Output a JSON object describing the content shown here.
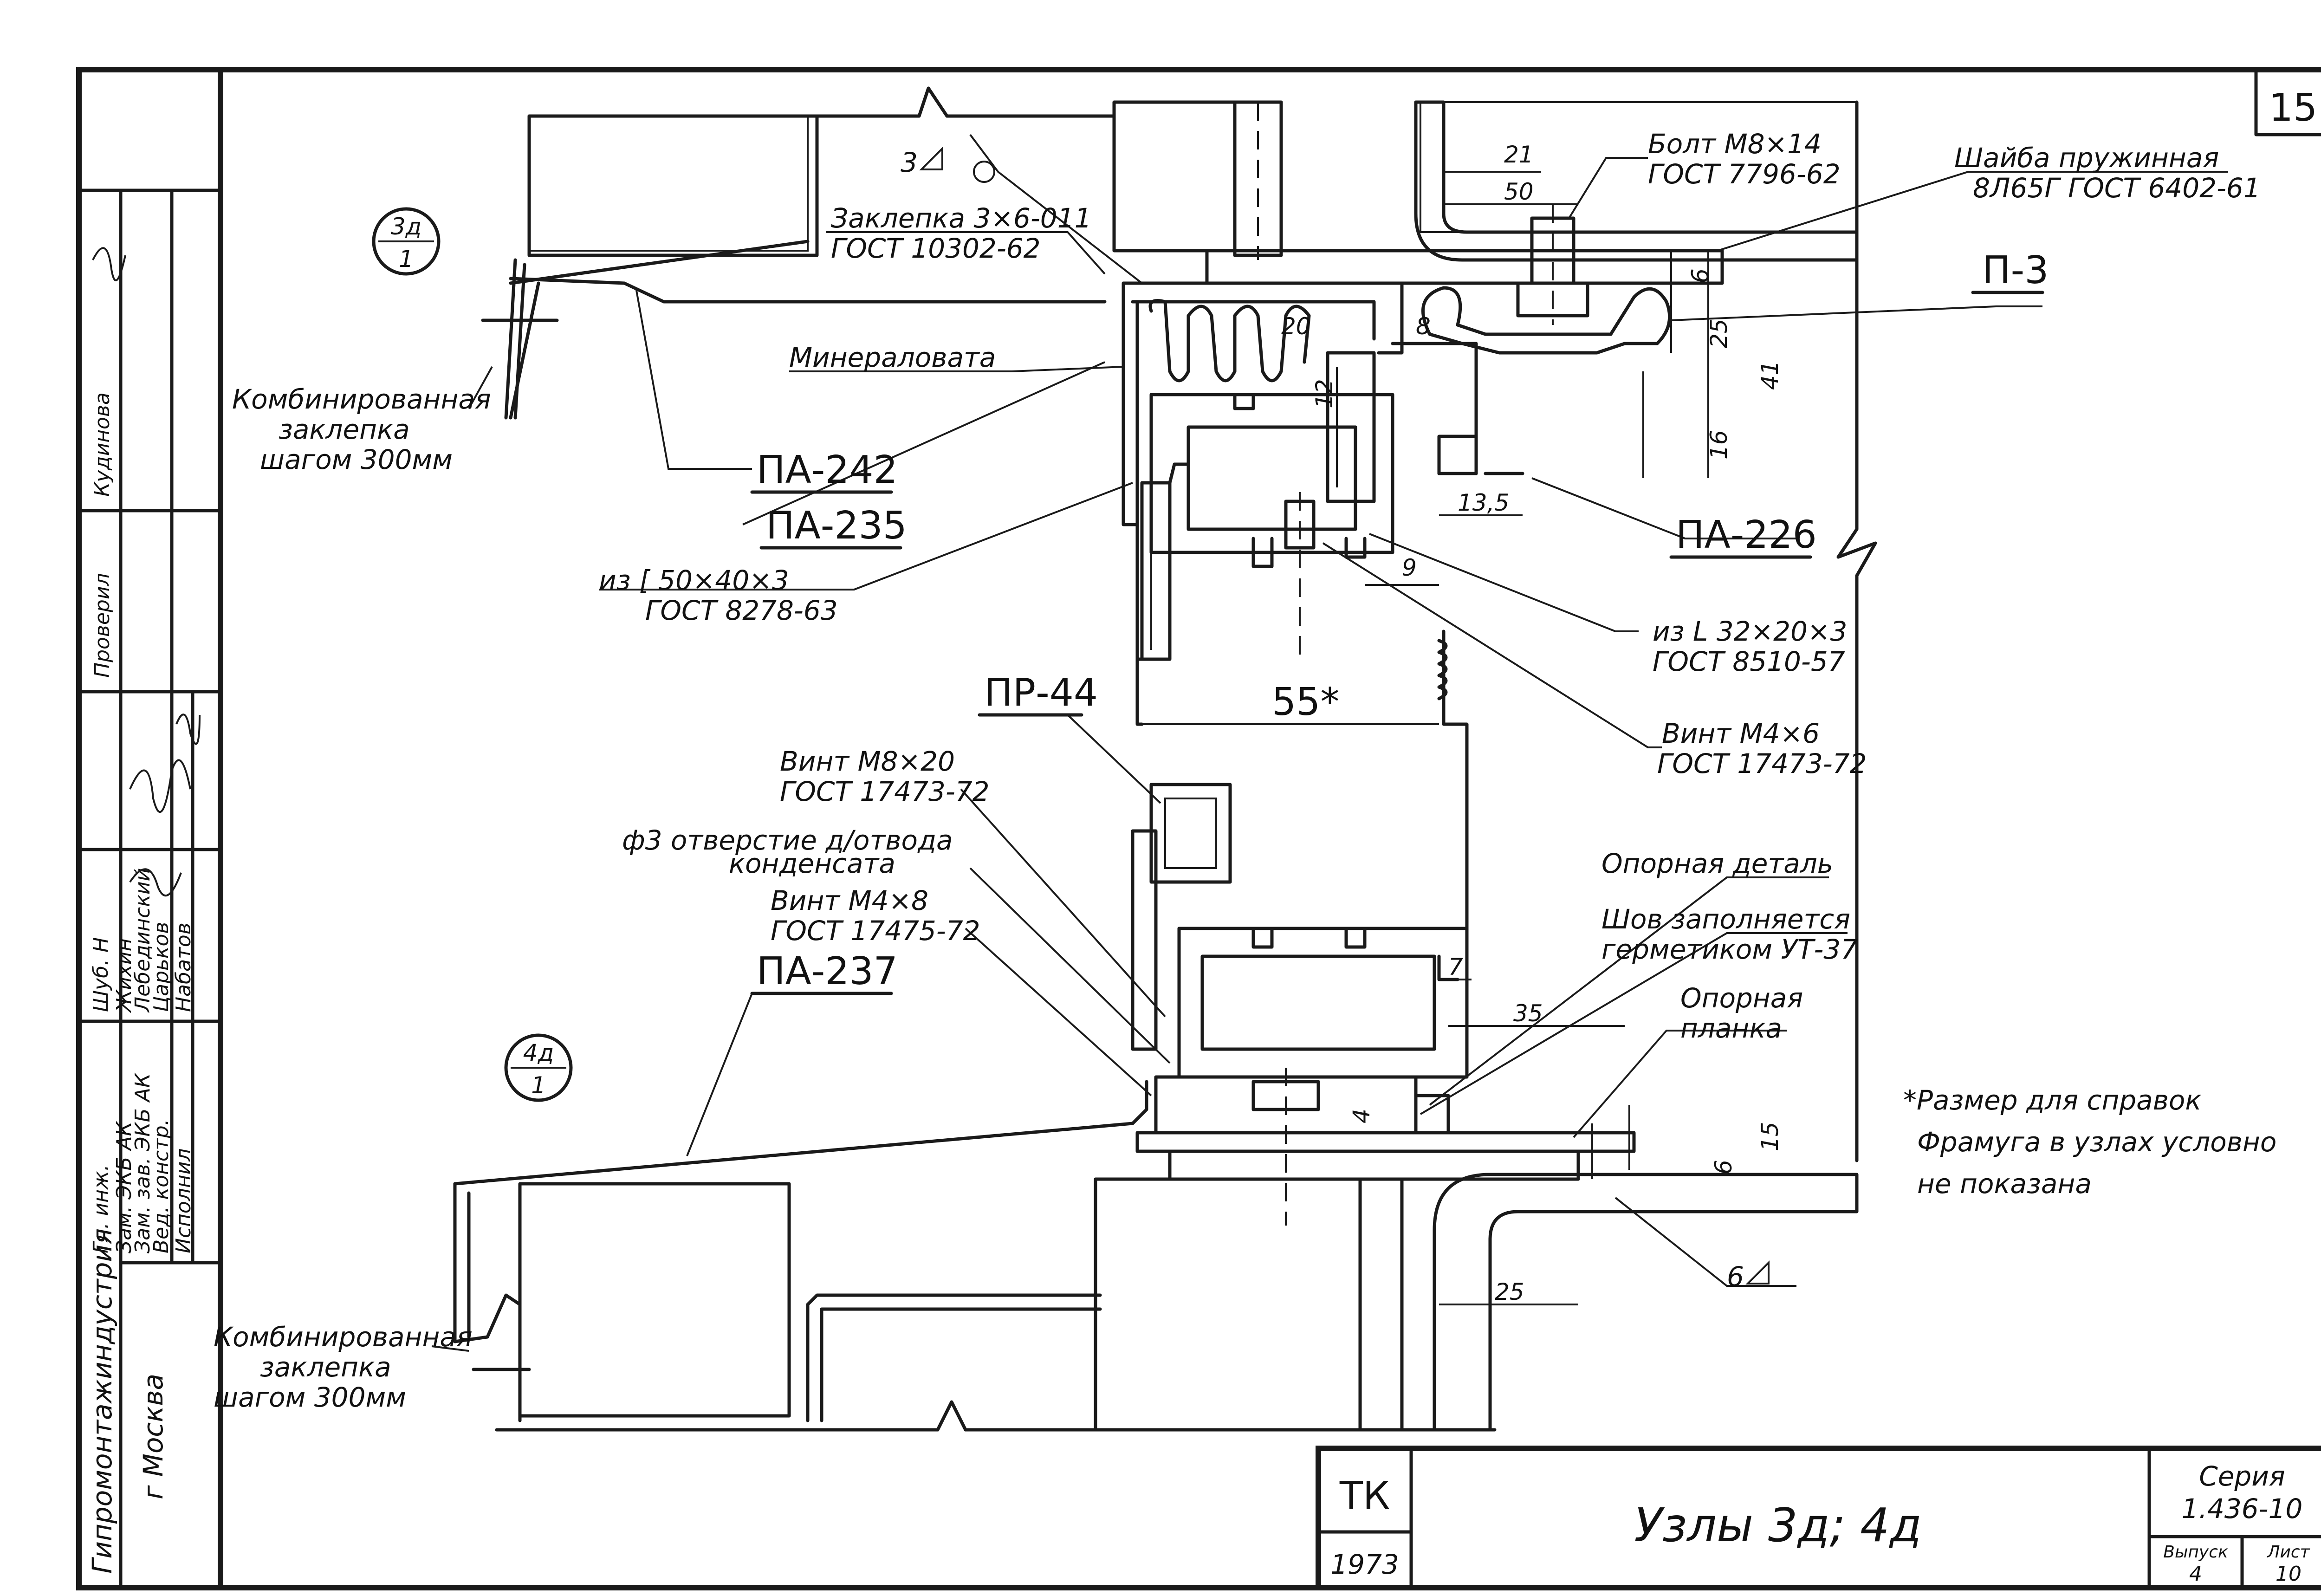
{
  "sheet_number": "15",
  "node_markers": [
    {
      "top": "3д",
      "bottom": "1"
    },
    {
      "top": "4д",
      "bottom": "1"
    }
  ],
  "labels": {
    "bolt": "Болт М8×14",
    "bolt_gost": "ГОСТ 7796-62",
    "washer": "Шайба пружинная",
    "washer_gost": "8Л65Г ГОСТ 6402-61",
    "p3": "П-3",
    "weld_3": "3",
    "rivet": "Заклепка 3×6-011",
    "rivet_gost": "ГОСТ 10302-62",
    "mineral_wool": "Минераловата",
    "combined_rivet_1": "Комбинированная",
    "combined_rivet_2": "заклепка",
    "combined_rivet_3": "шагом 300мм",
    "pa242": "ПА-242",
    "pa235": "ПА-235",
    "pa226": "ПА-226",
    "channel": "из [ 50×40×3",
    "channel_gost": "ГОСТ 8278-63",
    "angle": "из L 32×20×3",
    "angle_gost": "ГОСТ 8510-57",
    "screw_m4x6": "Винт М4×6",
    "screw_m4x6_gost": "ГОСТ 17473-72",
    "pr44": "ПР-44",
    "screw_m8x20": "Винт М8×20",
    "screw_m8x20_gost": "ГОСТ 17473-72",
    "hole_1": "ф3 отверстие д/отвода",
    "hole_2": "конденсата",
    "screw_m4x8": "Винт М4×8",
    "screw_m4x8_gost": "ГОСТ 17475-72",
    "pa237": "ПА-237",
    "support_part": "Опорная деталь",
    "seam_1": "Шов заполняется",
    "seam_2": "герметиком УТ-37",
    "support_plate_1": "Опорная",
    "support_plate_2": "планка",
    "weld_6": "6",
    "combined_rivet_b1": "Комбинированная",
    "combined_rivet_b2": "заклепка",
    "combined_rivet_b3": "шагом 300мм"
  },
  "dimensions": {
    "d21": "21",
    "d50": "50",
    "d6a": "6",
    "d25a": "25",
    "d41": "41",
    "d16": "16",
    "d20": "20",
    "d8": "8",
    "d12": "12",
    "d135": "13,5",
    "d9": "9",
    "d55": "55*",
    "d7": "7",
    "d35": "35",
    "d4": "4",
    "d6b": "6",
    "d15": "15",
    "d25b": "25"
  },
  "notes": [
    "*Размер для справок",
    "Фрамуга в узлах условно",
    "не показана"
  ],
  "side_stamp": {
    "org": "Гипромонтажиндустрия",
    "city": "г Москва",
    "rows": [
      {
        "role": "Гл. инж.",
        "name": "Шуб. Н"
      },
      {
        "role": "Зам. ЭКБ АК",
        "name": "Жихин"
      },
      {
        "role": "Зам. зав. ЭКБ АК",
        "name": "Лебединский"
      },
      {
        "role": "Вед. констр.",
        "name": "Царьков"
      },
      {
        "role": "Исполнил",
        "name": "Набатов"
      }
    ],
    "checked": "Проверил",
    "checker": "Кудинова"
  },
  "title_block": {
    "code": "ТК",
    "year": "1973",
    "title": "Узлы 3д; 4д",
    "series_label": "Серия",
    "series": "1.436-10",
    "issue_label": "Выпуск",
    "issue": "4",
    "sheet_label": "Лист",
    "sheet": "10"
  }
}
